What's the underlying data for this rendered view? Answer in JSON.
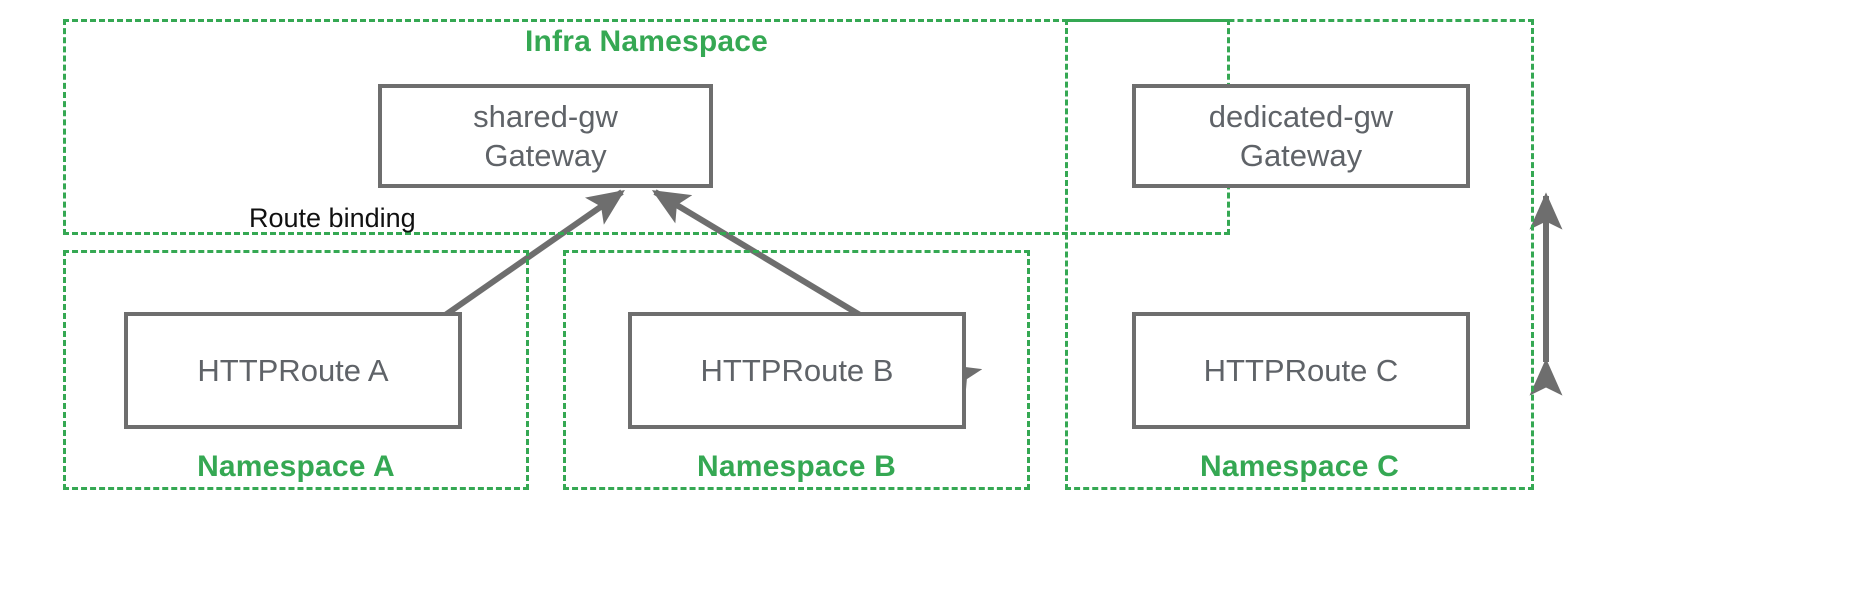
{
  "diagram": {
    "title_hidden": "",
    "stroke_colors": {
      "namespace_border": "#35a853",
      "namespace_label": "#35a853",
      "node_border": "#6e6e6e",
      "node_text": "#5f6368",
      "arrow": "#6e6e6e",
      "edge_label_text": "#101010",
      "background": "#ffffff"
    },
    "namespaces": [
      {
        "id": "infra",
        "label": "Infra Namespace",
        "label_position": "top-center"
      },
      {
        "id": "ns-a",
        "label": "Namespace A",
        "label_position": "bottom-center"
      },
      {
        "id": "ns-b",
        "label": "Namespace B",
        "label_position": "bottom-center"
      },
      {
        "id": "ns-c",
        "label": "Namespace C",
        "label_position": "bottom-center"
      }
    ],
    "nodes": [
      {
        "id": "shared-gw",
        "name": "shared-gw",
        "kind": "Gateway",
        "namespace": "infra"
      },
      {
        "id": "dedicated-gw",
        "name": "dedicated-gw",
        "kind": "Gateway",
        "namespace": "ns-c"
      },
      {
        "id": "route-a",
        "name": "HTTPRoute A",
        "kind": "",
        "namespace": "ns-a"
      },
      {
        "id": "route-b",
        "name": "HTTPRoute B",
        "kind": "",
        "namespace": "ns-b"
      },
      {
        "id": "route-c",
        "name": "HTTPRoute C",
        "kind": "",
        "namespace": "ns-c"
      }
    ],
    "edges": [
      {
        "id": "edge-a",
        "from": "route-a",
        "to": "shared-gw",
        "label": "Route binding",
        "arrowheads": "both"
      },
      {
        "id": "edge-b",
        "from": "route-b",
        "to": "shared-gw",
        "label": "",
        "arrowheads": "both"
      },
      {
        "id": "edge-c",
        "from": "route-c",
        "to": "dedicated-gw",
        "label": "",
        "arrowheads": "both"
      }
    ]
  }
}
